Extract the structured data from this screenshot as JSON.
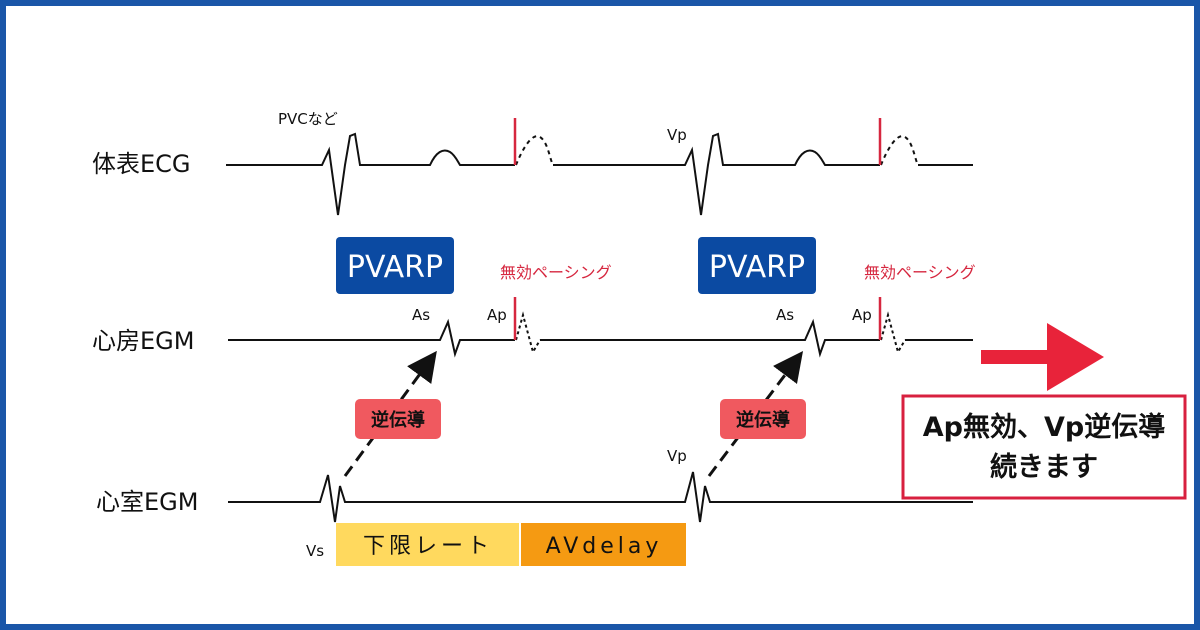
{
  "rows": {
    "ecg": "体表ECG",
    "atrial": "心房EGM",
    "ventricular": "心室EGM"
  },
  "labels": {
    "pvc": "PVCなど",
    "vp_top": "Vp",
    "vp_bottom": "Vp",
    "as_1": "As",
    "as_2": "As",
    "ap_1": "Ap",
    "ap_2": "Ap",
    "vs": "Vs",
    "ineffective_pacing_1": "無効ペーシング",
    "ineffective_pacing_2": "無効ペーシング"
  },
  "boxes": {
    "pvarp_1": "PVARP",
    "pvarp_2": "PVARP",
    "retro_1": "逆伝導",
    "retro_2": "逆伝導",
    "lower_rate": "下限レート",
    "av_delay": "AVdelay"
  },
  "conclusion": {
    "line1": "Ap無効、Vp逆伝導",
    "line2": "続きます"
  },
  "colors": {
    "border": "#1a56a8",
    "pvarp": "#0b4aa2",
    "retro": "#f0595f",
    "lower_rate": "#ffd95e",
    "av_delay": "#f59a12",
    "pacing_spike": "#d6273f",
    "arrow": "#e8233a",
    "conclusion_border": "#d8203f"
  }
}
